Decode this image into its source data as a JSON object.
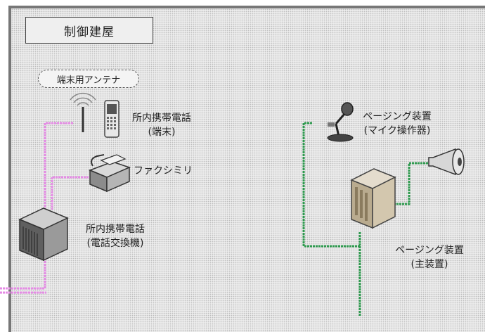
{
  "room": {
    "label": "制御建屋"
  },
  "antenna": {
    "label": "端末用アンテナ"
  },
  "handset": {
    "line1": "所内携帯電話",
    "line2": "(端末)"
  },
  "fax": {
    "label": "ファクシミリ"
  },
  "pbx": {
    "line1": "所内携帯電話",
    "line2": "(電話交換機)"
  },
  "paging_mic": {
    "line1": "ページング装置",
    "line2": "(マイク操作器)"
  },
  "paging_main": {
    "line1": "ページング装置",
    "line2": "(主装置)"
  },
  "colors": {
    "phone_line": "#e58be5",
    "paging_line": "#2f9a4f",
    "wall": "#777777"
  }
}
